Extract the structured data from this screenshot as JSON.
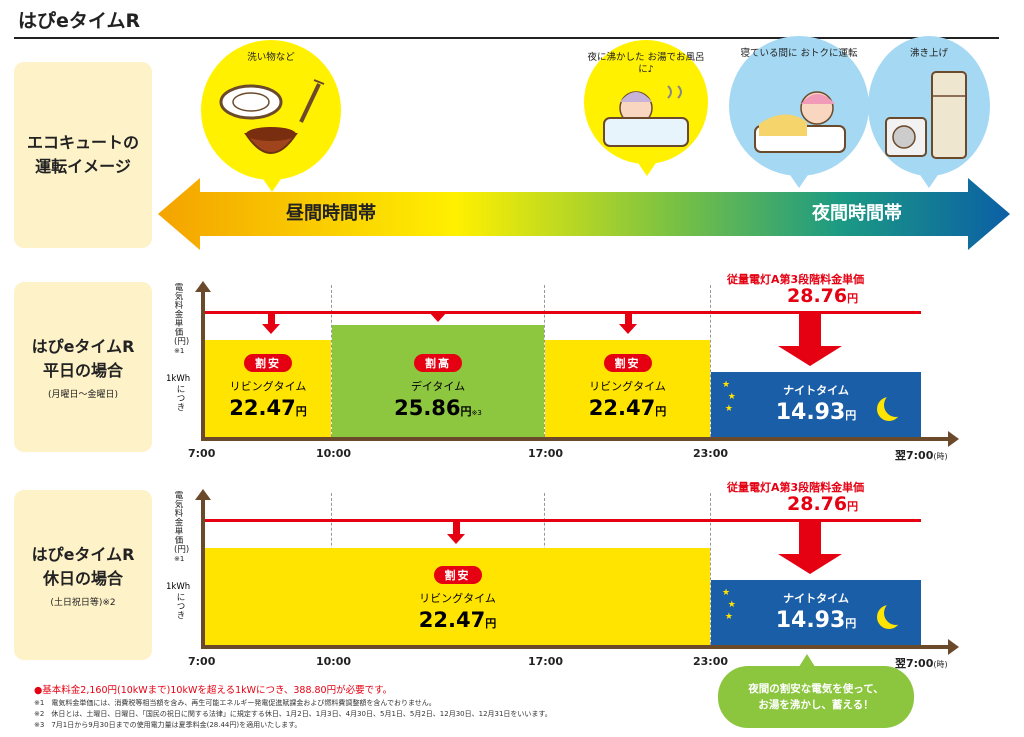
{
  "title": "はぴeタイムR",
  "image_row": {
    "label": [
      "エコキュートの",
      "運転イメージ"
    ],
    "bubbles": [
      "洗い物など",
      "夜に沸かした お湯でお風呂に♪",
      "寝ている間に おトクに運転",
      "沸き上げ"
    ],
    "day_label": "昼間時間帯",
    "night_label": "夜間時間帯"
  },
  "weekday": {
    "label": [
      "はぴeタイムR",
      "平日の場合"
    ],
    "sub": "(月曜日～金曜日)",
    "bands": [
      {
        "badge": "割安",
        "name": "リビングタイム",
        "price": "22.47",
        "unit": "円"
      },
      {
        "badge": "割高",
        "name": "デイタイム",
        "price": "25.86",
        "unit": "円",
        "note": "※3"
      },
      {
        "badge": "割安",
        "name": "リビングタイム",
        "price": "22.47",
        "unit": "円"
      },
      {
        "name": "ナイトタイム",
        "price": "14.93",
        "unit": "円"
      }
    ],
    "ref_title": "従量電灯A第3段階料金単価",
    "ref_price": "28.76",
    "ref_unit": "円",
    "times": [
      "7:00",
      "10:00",
      "17:00",
      "23:00",
      "翌7:00",
      "(時)"
    ]
  },
  "holiday": {
    "label": [
      "はぴeタイムR",
      "休日の場合"
    ],
    "sub": "(土日祝日等)※2",
    "bands": [
      {
        "badge": "割安",
        "name": "リビングタイム",
        "price": "22.47",
        "unit": "円"
      },
      {
        "name": "ナイトタイム",
        "price": "14.93",
        "unit": "円"
      }
    ],
    "ref_title": "従量電灯A第3段階料金単価",
    "ref_price": "28.76",
    "ref_unit": "円",
    "times": [
      "7:00",
      "10:00",
      "17:00",
      "23:00",
      "翌7:00",
      "(時)"
    ]
  },
  "yaxis": {
    "label": "電気料金単価(円)",
    "note": "※1",
    "per": "1kWh",
    "per2": "につき"
  },
  "green_bubble": [
    "夜間の割安な電気を使って、",
    "お湯を沸かし、蓄える！"
  ],
  "notes": {
    "main": "●基本料金2,160円(10kWまで)10kWを超える1kWにつき、388.80円が必要です。",
    "n1": "※1　電気料金単価には、消費税等相当額を含み、再生可能エネルギー発電促進賦課金および燃料費調整額を含んでおりません。",
    "n2": "※2　休日とは、土曜日、日曜日、「国民の祝日に関する法律」に規定する休日、1月2日、1月3日、4月30日、5月1日、5月2日、12月30日、12月31日をいいます。",
    "n3": "※3　7月1日から9月30日までの使用電力量は夏季料金(28.44円)を適用いたします。"
  },
  "colors": {
    "accent": "#e50012",
    "yellow": "#ffe400",
    "green": "#8dc63f",
    "navy": "#1a5ea8",
    "axis": "#6b4a2b",
    "label_bg": "#fdf2c8"
  }
}
